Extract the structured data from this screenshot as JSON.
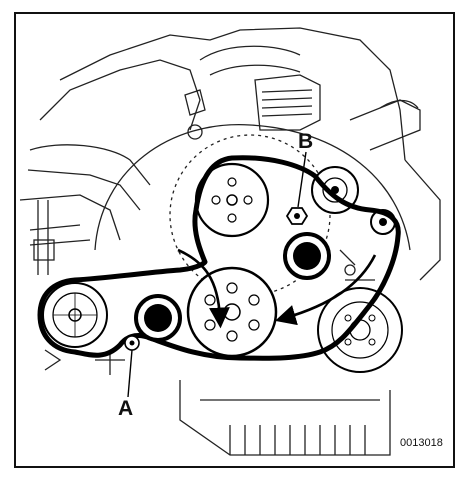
{
  "figure": {
    "id_number": "0013018",
    "callouts": {
      "a": "A",
      "b": "B"
    },
    "colors": {
      "ink": "#111111",
      "belt": "#000000",
      "paper": "#ffffff"
    },
    "components": [
      "drive-belt",
      "tensioner-pulley-a",
      "idler-pulley-b",
      "crankshaft-pulley",
      "alternator-pulley",
      "power-steering-pulley",
      "water-pump-pulley",
      "ac-compressor-pulley",
      "idler-pulley-upper",
      "idler-pulley-lower",
      "rotation-arrow"
    ]
  }
}
